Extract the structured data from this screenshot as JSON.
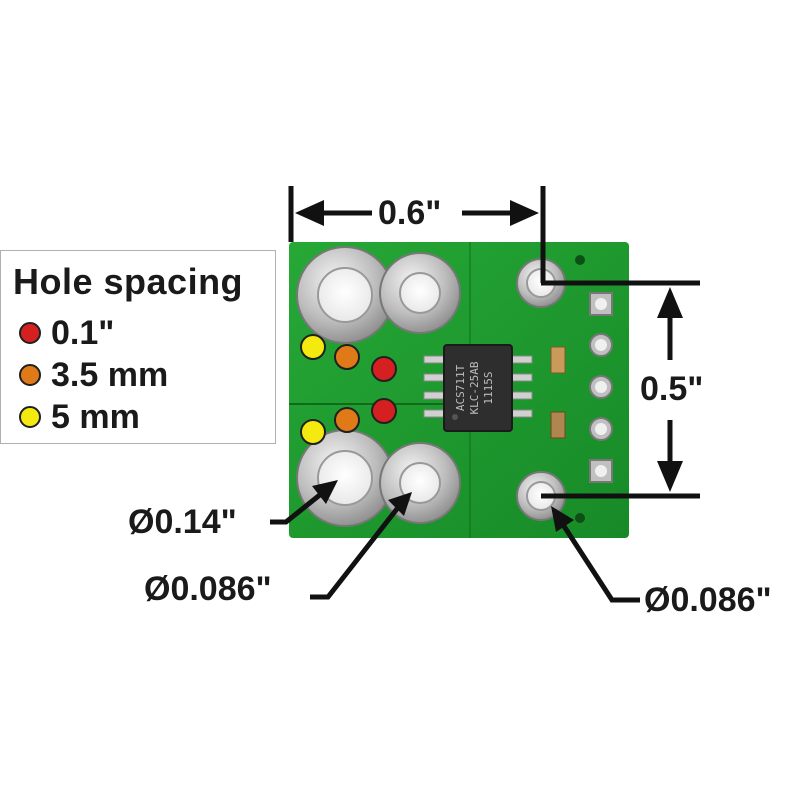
{
  "legend": {
    "title": "Hole spacing",
    "items": [
      {
        "label": "0.1\"",
        "color": "#d42020"
      },
      {
        "label": "3.5 mm",
        "color": "#e07a18"
      },
      {
        "label": "5 mm",
        "color": "#f5ea10"
      }
    ]
  },
  "dimensions": {
    "width_label": "0.6\"",
    "height_label": "0.5\"",
    "large_hole_label": "Ø0.14\"",
    "small_hole_label": "Ø0.086\"",
    "mount_hole_label": "Ø0.086\""
  },
  "chip": {
    "line1": "ACS711T",
    "line2": "KLC-25AB",
    "line3": "1115S"
  },
  "colors": {
    "pcb": "#1f9a2e",
    "pcb_dark": "#157a22",
    "silver": "#c8c8c8",
    "annotation": "#111111"
  }
}
